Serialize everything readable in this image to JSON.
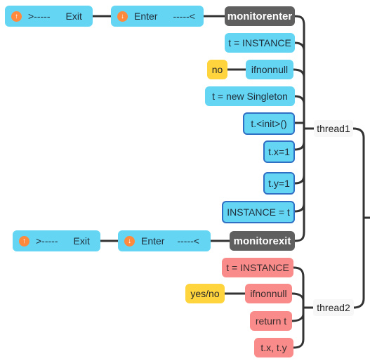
{
  "icons": {
    "up": "up-arrow-circle-icon",
    "down": "down-arrow-circle-icon"
  },
  "colors": {
    "line": "#333333",
    "blue_node": "#64d6f4",
    "dark_node": "#5f5f5f",
    "red_node": "#f98c8b",
    "yellow_node": "#ffd43c",
    "icon_orange": "#ff8a3d",
    "selected_border": "#2f6fc4"
  },
  "thread1": {
    "label": "thread1",
    "steps": [
      {
        "id": "monitorenter",
        "label": "monitorenter"
      },
      {
        "id": "t-instance",
        "label": "t = INSTANCE"
      },
      {
        "id": "ifnonnull",
        "label": "ifnonnull",
        "branch": "no"
      },
      {
        "id": "new-singleton",
        "label": "t = new Singleton"
      },
      {
        "id": "init",
        "label": "t.<init>()"
      },
      {
        "id": "tx",
        "label": "t.x=1"
      },
      {
        "id": "ty",
        "label": "t.y=1"
      },
      {
        "id": "instance-assign",
        "label": "INSTANCE = t"
      },
      {
        "id": "monitorexit",
        "label": "monitorexit"
      }
    ],
    "enter_label": "Enter",
    "enter_arrow": "-----<",
    "exit_arrow": ">-----",
    "exit_label": "Exit"
  },
  "thread2": {
    "label": "thread2",
    "steps": [
      {
        "id": "t-instance",
        "label": "t = INSTANCE"
      },
      {
        "id": "ifnonnull",
        "label": "ifnonnull",
        "branch": "yes/no"
      },
      {
        "id": "return-t",
        "label": "return t"
      },
      {
        "id": "txy",
        "label": "t.x, t.y"
      }
    ]
  }
}
